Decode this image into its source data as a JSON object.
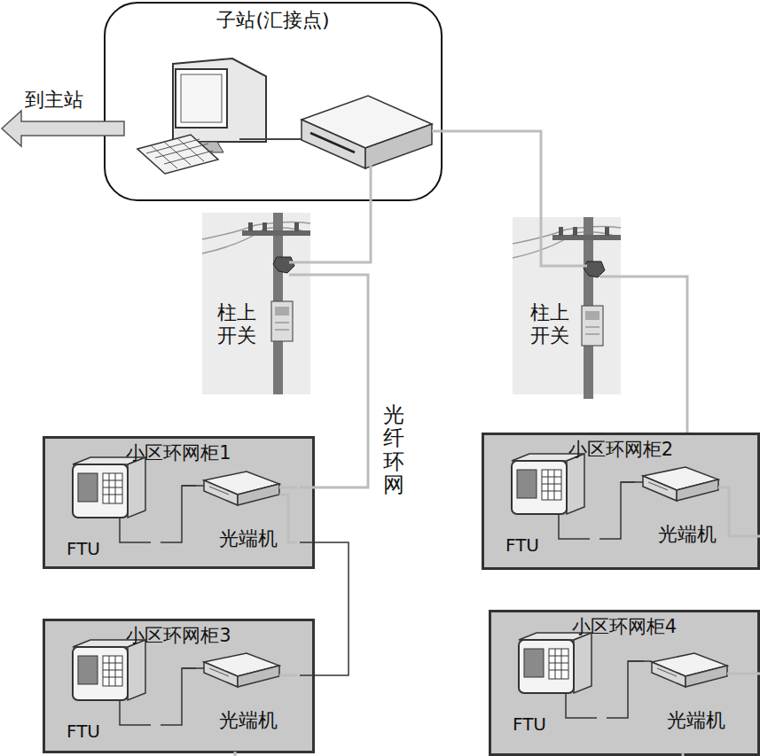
{
  "diagram": {
    "nodes": [
      {
        "text": [
          "子站(汇接点)"
        ]
      },
      {
        "text": [
          "柱上开关"
        ]
      },
      {
        "text": [
          "柱上开关"
        ]
      },
      {
        "text": [
          "小区环网柜1"
        ]
      },
      {
        "text": [
          "FTU"
        ],
        "in": 3
      },
      {
        "text": [
          "光端机"
        ],
        "in": 3
      },
      {
        "text": [
          "小区环网柜2"
        ]
      },
      {
        "text": [
          "FTU"
        ],
        "in": 6
      },
      {
        "text": [
          "光端机"
        ],
        "in": 6
      },
      {
        "text": [
          "小区环网柜3"
        ]
      },
      {
        "text": [
          "FTU"
        ],
        "in": 9
      },
      {
        "text": [
          "光端机"
        ],
        "in": 9
      },
      {
        "text": [
          "小区环网柜4"
        ]
      },
      {
        "text": [
          "FTU"
        ],
        "in": 12
      },
      {
        "text": [
          "光端机"
        ],
        "in": 12
      }
    ],
    "edges": [
      {
        "from": 0,
        "to": 1,
        "arrow": "none"
      },
      {
        "from": 0,
        "to": 2,
        "arrow": "none"
      },
      {
        "from": 1,
        "to": 5,
        "arrow": "none"
      },
      {
        "from": 2,
        "to": 6,
        "arrow": "none"
      },
      {
        "from": 5,
        "to": 11,
        "arrow": "none"
      },
      {
        "from": 4,
        "to": 5,
        "arrow": "none"
      },
      {
        "from": 7,
        "to": 8,
        "arrow": "none"
      },
      {
        "from": 10,
        "to": 11,
        "arrow": "none"
      },
      {
        "from": 13,
        "to": 14,
        "arrow": "none"
      }
    ],
    "labels": [
      "到主站",
      "光纤环网"
    ]
  }
}
